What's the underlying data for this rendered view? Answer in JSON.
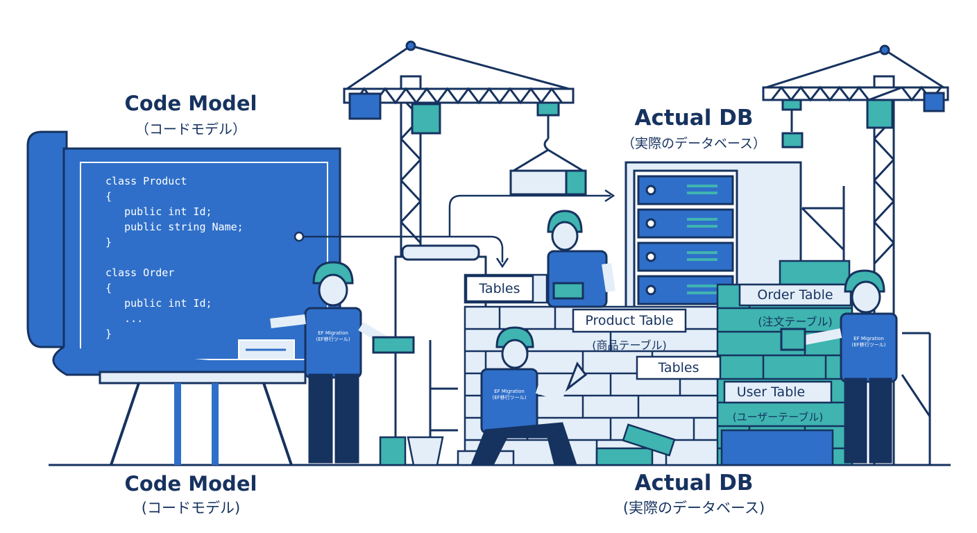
{
  "titles": {
    "code_top": "Code Model",
    "code_top_sub": "（コードモデル）",
    "db_top": "Actual DB",
    "db_top_sub": "（実際のデータベース）",
    "code_bottom": "Code Model",
    "code_bottom_sub": "(コードモデル)",
    "db_bottom": "Actual DB",
    "db_bottom_sub": "(実際のデータベース)"
  },
  "code_lines": [
    "class Product",
    "{",
    "   public int Id;",
    "   public string Name;",
    "}",
    "",
    "class Order",
    "{",
    "   public int Id;",
    "   ...",
    "}"
  ],
  "wall_labels": {
    "tables_top": "Tables",
    "product_table": "Product Table",
    "product_table_sub": "(商品テーブル)",
    "tables_mid": "Tables",
    "order_table": "Order Table",
    "order_table_sub": "(注文テーブル)",
    "user_table": "User Table",
    "user_table_sub": "(ユーザーテーブル)"
  },
  "vest_text": {
    "line1": "EF Migration",
    "line2": "(EF移行ツール)"
  },
  "colors": {
    "navy": "#16325f",
    "blue": "#2f6fc9",
    "teal": "#3fb4b0",
    "light": "#e4eef8"
  }
}
